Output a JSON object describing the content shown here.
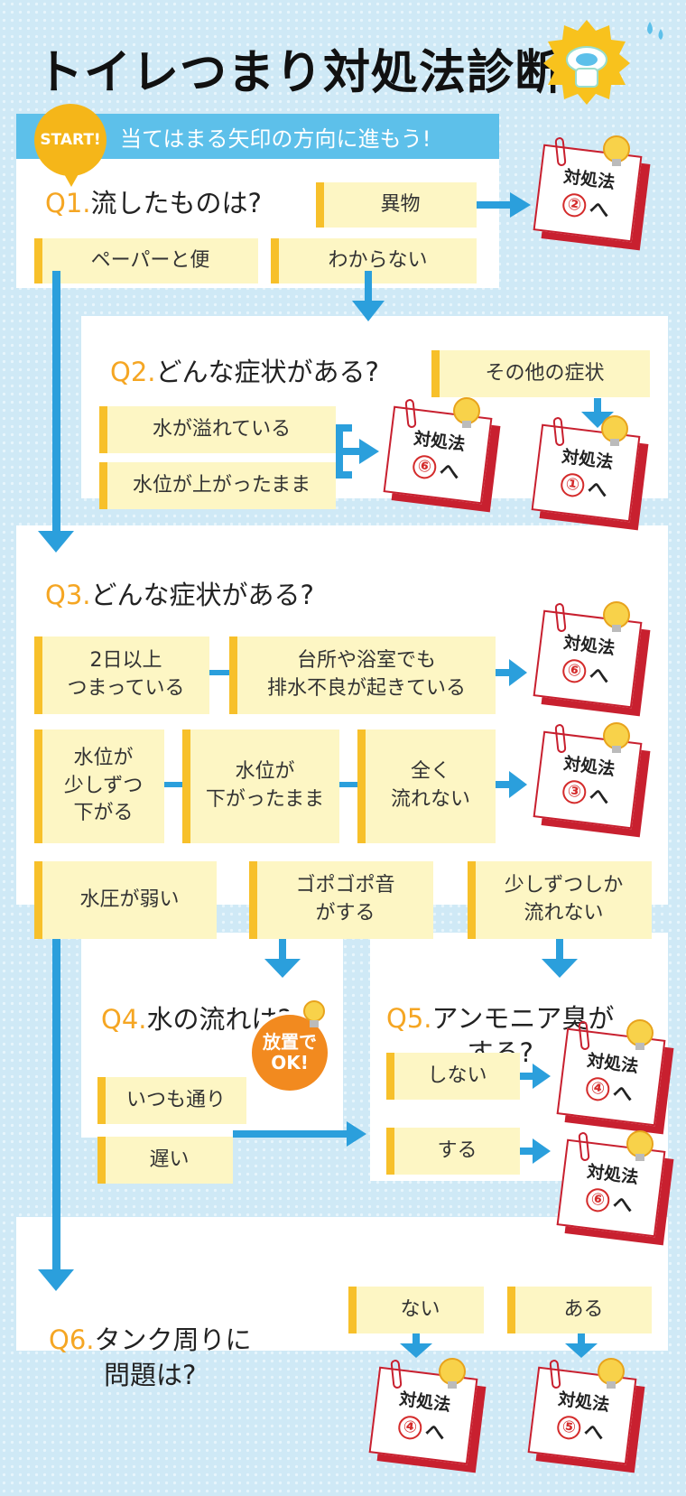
{
  "title": "トイレつまり対処法診断",
  "start_badge": "START!",
  "banner": "当てはまる矢印の方向に進もう!",
  "q1": {
    "num": "Q1.",
    "text": "流したものは?",
    "options": [
      "異物",
      "ペーパーと便",
      "わからない"
    ]
  },
  "q2": {
    "num": "Q2.",
    "text": "どんな症状がある?",
    "options": [
      "その他の症状",
      "水が溢れている",
      "水位が上がったまま"
    ]
  },
  "q3": {
    "num": "Q3.",
    "text": "どんな症状がある?",
    "options": [
      "2日以上\nつまっている",
      "台所や浴室でも\n排水不良が起きている",
      "水位が\n少しずつ\n下がる",
      "水位が\n下がったまま",
      "全く\n流れない",
      "水圧が弱い",
      "ゴポゴポ音\nがする",
      "少しずつしか\n流れない"
    ]
  },
  "q4": {
    "num": "Q4.",
    "text": "水の流れは?",
    "options": [
      "いつも通り",
      "遅い"
    ],
    "ok_badge": "放置で\nOK!"
  },
  "q5": {
    "num": "Q5.",
    "text": "アンモニア臭が\nする?",
    "options": [
      "しない",
      "する"
    ]
  },
  "q6": {
    "num": "Q6.",
    "text": "タンク周りに\n問題は?",
    "options": [
      "ない",
      "ある"
    ]
  },
  "card": {
    "label": "対処法",
    "suffix": "へ"
  },
  "cards": [
    "②",
    "⑥",
    "①",
    "⑥",
    "③",
    "④",
    "⑥",
    "④",
    "⑤"
  ],
  "colors": {
    "arrow": "#2b9fdc",
    "accent": "#f5a623",
    "option_bg": "#fdf6c4",
    "option_bar": "#f7c02a",
    "card_red": "#c8202f",
    "ok_orange": "#f28a1f"
  }
}
